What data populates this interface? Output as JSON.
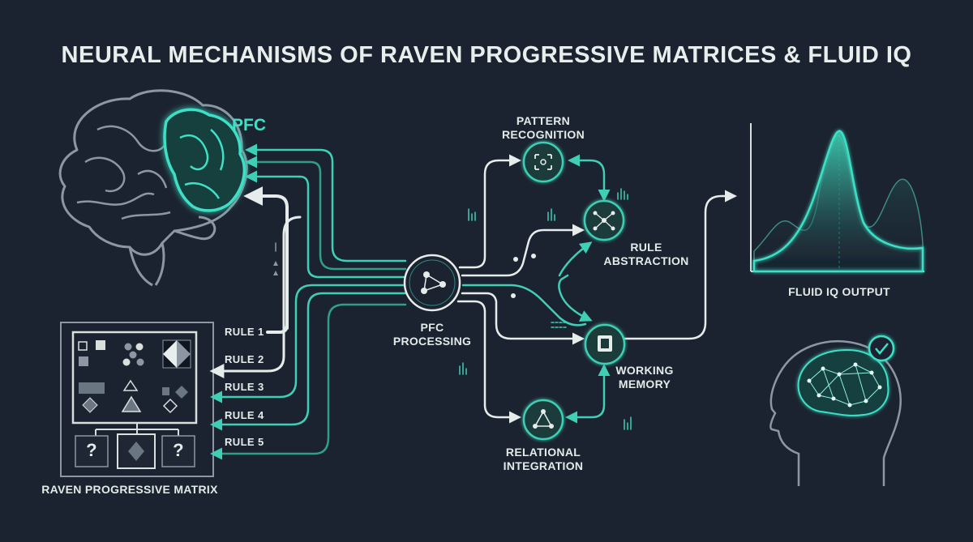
{
  "title": "NEURAL MECHANISMS OF RAVEN PROGRESSIVE MATRICES & FLUID IQ",
  "brain": {
    "region_label": "PFC"
  },
  "matrix": {
    "caption": "RAVEN PROGRESSIVE MATRIX",
    "answer_placeholders": [
      "?",
      "?"
    ]
  },
  "rules": [
    "RULE 1",
    "RULE 2",
    "RULE 3",
    "RULE 4",
    "RULE 5"
  ],
  "hub": {
    "label_line1": "PFC",
    "label_line2": "PROCESSING"
  },
  "nodes": {
    "pattern": {
      "line1": "PATTERN",
      "line2": "RECOGNITION"
    },
    "abstraction": {
      "line1": "RULE",
      "line2": "ABSTRACTION"
    },
    "memory": {
      "line1": "WORKING",
      "line2": "MEMORY"
    },
    "relational": {
      "line1": "RELATIONAL",
      "line2": "INTEGRATION"
    }
  },
  "output": {
    "label": "FLUID IQ OUTPUT"
  },
  "colors": {
    "background": "#1b2330",
    "accent": "#3ee0c6",
    "line": "#e6ecea",
    "teal": "#2f9f8a"
  }
}
